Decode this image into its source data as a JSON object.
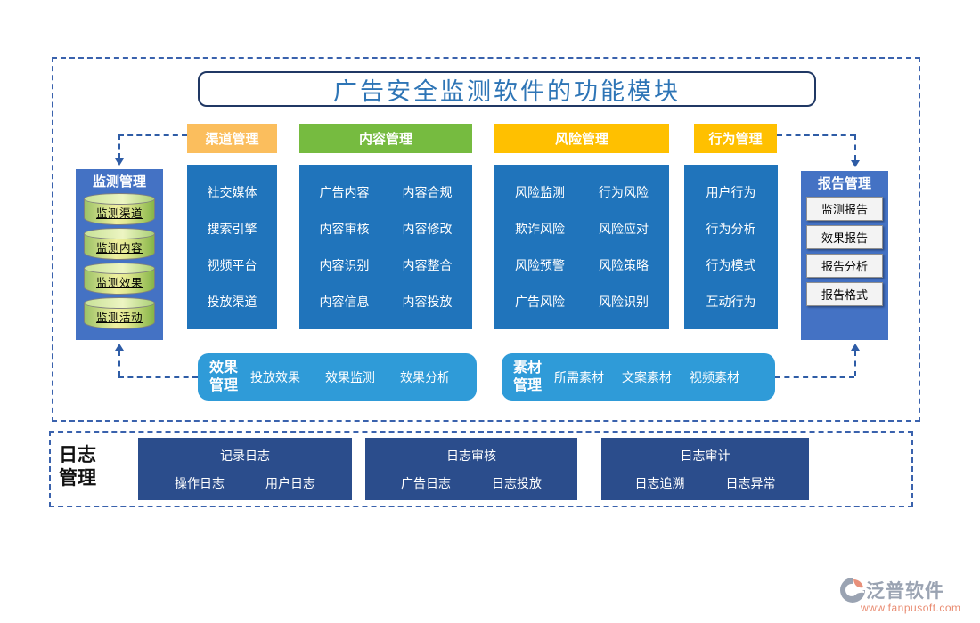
{
  "title": "广告安全监测软件的功能模块",
  "colors": {
    "header_channel": "#FBBE5D",
    "header_content": "#76BB40",
    "header_risk": "#FFC000",
    "header_behavior": "#FFC000",
    "column_blue": "#2074BB",
    "side_panel_blue": "#4472C4",
    "round_bar_blue": "#2F9BD8",
    "log_navy": "#2B4D8C",
    "dash_blue": "#3A62AD",
    "title_blue": "#2E75B6",
    "brand_gray": "#9AA3B2",
    "url_salmon": "#E98C72"
  },
  "columns": [
    {
      "header": "渠道管理",
      "items": [
        "社交媒体",
        "搜索引擎",
        "视频平台",
        "投放渠道"
      ]
    },
    {
      "header": "内容管理",
      "items": [
        "广告内容",
        "内容合规",
        "内容审核",
        "内容修改",
        "内容识别",
        "内容整合",
        "内容信息",
        "内容投放"
      ]
    },
    {
      "header": "风险管理",
      "items": [
        "风险监测",
        "行为风险",
        "欺诈风险",
        "风险应对",
        "风险预警",
        "风险策略",
        "广告风险",
        "风险识别"
      ]
    },
    {
      "header": "行为管理",
      "items": [
        "用户行为",
        "行为分析",
        "行为模式",
        "互动行为"
      ]
    }
  ],
  "left_panel": {
    "title": "监测管理",
    "items": [
      "监测渠道",
      "监测内容",
      "监测效果",
      "监测活动"
    ]
  },
  "right_panel": {
    "title": "报告管理",
    "items": [
      "监测报告",
      "效果报告",
      "报告分析",
      "报告格式"
    ]
  },
  "effect_bar": {
    "label": "效果管理",
    "items": [
      "投放效果",
      "效果监测",
      "效果分析"
    ]
  },
  "material_bar": {
    "label": "素材管理",
    "items": [
      "所需素材",
      "文案素材",
      "视频素材"
    ]
  },
  "log_section": {
    "label": "日志管理",
    "groups": [
      {
        "title": "记录日志",
        "items": [
          "操作日志",
          "用户日志"
        ]
      },
      {
        "title": "日志审核",
        "items": [
          "广告日志",
          "日志投放"
        ]
      },
      {
        "title": "日志审计",
        "items": [
          "日志追溯",
          "日志异常"
        ]
      }
    ]
  },
  "footer": {
    "brand": "泛普软件",
    "url": "www.fanpusoft.com"
  }
}
